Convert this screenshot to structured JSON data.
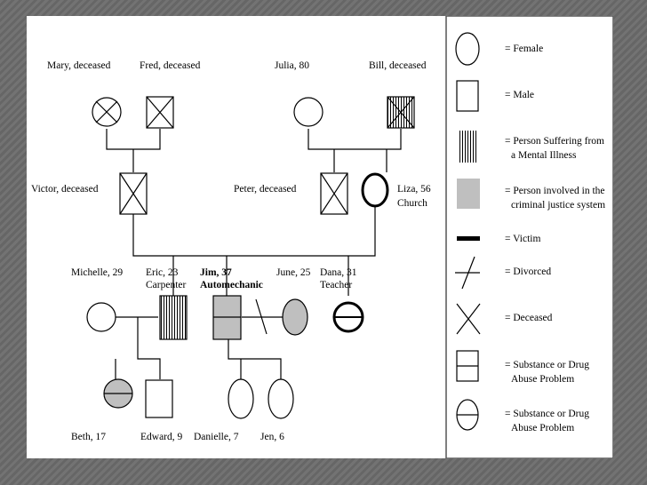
{
  "people": {
    "mary": "Mary, deceased",
    "fred": "Fred, deceased",
    "julia": "Julia, 80",
    "bill": "Bill, deceased",
    "victor": "Victor, deceased",
    "peter": "Peter, deceased",
    "liza_1": "Liza, 56",
    "liza_2": "Church",
    "michelle": "Michelle, 29",
    "eric_1": "Eric, 23",
    "eric_2": "Carpenter",
    "jim_1": "Jim, 37",
    "jim_2": "Automechanic",
    "june": "June, 25",
    "dana_1": "Dana, 31",
    "dana_2": "Teacher",
    "beth": "Beth, 17",
    "edward": "Edward, 9",
    "danielle": "Danielle, 7",
    "jen": "Jen, 6"
  },
  "legend": {
    "female": "= Female",
    "male": "= Male",
    "mental_1": "= Person Suffering from",
    "mental_2": "a Mental Illness",
    "justice_1": "= Person involved in the",
    "justice_2": "criminal justice system",
    "victim": "= Victim",
    "divorced": "= Divorced",
    "deceased": "= Deceased",
    "sub_male_1": "= Substance or Drug",
    "sub_male_2": "Abuse Problem",
    "sub_female_1": "= Substance or Drug",
    "sub_female_2": "Abuse Problem"
  },
  "colors": {
    "justice_fill": "#bfbfbf",
    "line": "#000000"
  }
}
